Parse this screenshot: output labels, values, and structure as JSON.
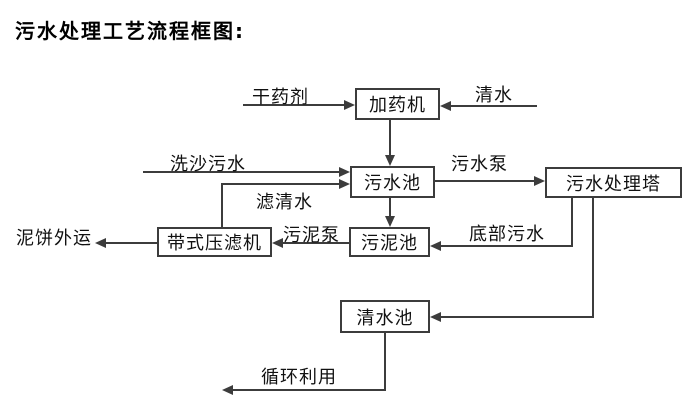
{
  "title": "污水处理工艺流程框图:",
  "nodes": {
    "dosing_machine": {
      "label": "加药机"
    },
    "sewage_pool": {
      "label": "污水池"
    },
    "treatment_tower": {
      "label": "污水处理塔"
    },
    "sludge_pool": {
      "label": "污泥池"
    },
    "belt_filter_press": {
      "label": "带式压滤机"
    },
    "clean_water_pool": {
      "label": "清水池"
    }
  },
  "edges": [
    {
      "source": "外部",
      "target": "加药机",
      "label": "干药剂"
    },
    {
      "source": "外部",
      "target": "加药机",
      "label": "清水"
    },
    {
      "source": "加药机",
      "target": "污水池",
      "label": ""
    },
    {
      "source": "外部",
      "target": "污水池",
      "label": "洗沙污水"
    },
    {
      "source": "带式压滤机",
      "target": "污水池",
      "label": "滤清水"
    },
    {
      "source": "污水池",
      "target": "污水处理塔",
      "label": "污水泵"
    },
    {
      "source": "污水池",
      "target": "污泥池",
      "label": ""
    },
    {
      "source": "污水处理塔",
      "target": "污泥池",
      "label": "底部污水"
    },
    {
      "source": "污泥池",
      "target": "带式压滤机",
      "label": "污泥泵"
    },
    {
      "source": "带式压滤机",
      "target": "外部",
      "label": "泥饼外运"
    },
    {
      "source": "污水处理塔",
      "target": "清水池",
      "label": ""
    },
    {
      "source": "清水池",
      "target": "外部",
      "label": "循环利用"
    }
  ],
  "colors": {
    "line": "#3c3c3c",
    "text": "#111111",
    "background": "#ffffff"
  }
}
